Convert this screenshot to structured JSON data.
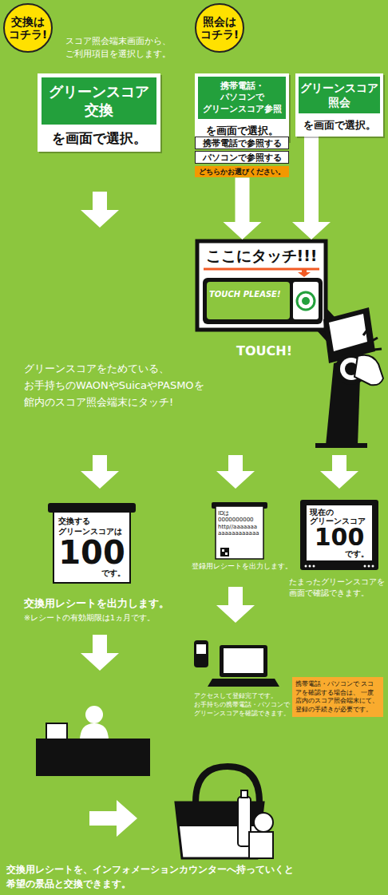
{
  "diagram": {
    "nodes": [
      {
        "text": [
          "交換は コチラ!"
        ]
      },
      {
        "text": [
          "照会は コチラ!"
        ]
      },
      {
        "text": [
          "グリーンスコア 交換",
          "を画面で選択。"
        ]
      },
      {
        "text": [
          "携帯電話・パソコンで グリーンスコア参照",
          "を画面で選択。"
        ]
      },
      {
        "text": [
          "グリーンスコア 照会",
          "を画面で選択。"
        ]
      },
      {
        "text": [
          "携帯電話で参照する"
        ]
      },
      {
        "text": [
          "パソコンで参照する"
        ]
      },
      {
        "text": [
          "どちらかお選びください。"
        ]
      },
      {
        "text": [
          "ここにタッチ!!!",
          "TOUCH PLEASE!"
        ]
      },
      {
        "text": [
          "交換する グリーンスコアは",
          "100",
          "です。"
        ]
      },
      {
        "text": [
          "IDは 0000000000",
          "http//aaaaaaa aaaaaaaaaaaa"
        ]
      },
      {
        "text": [
          "現在の グリーンスコア",
          "100",
          "です。"
        ]
      },
      {
        "text": [
          "携帯電話・パソコンで スコアを確認する場合は、 一度店内のスコア照会端末にて、 登録の手続きが必要です。"
        ]
      }
    ],
    "edges": [
      {
        "from": 7,
        "to": 8,
        "arrow": "to"
      },
      {
        "from": 4,
        "to": 8,
        "arrow": "to"
      }
    ],
    "labels": [
      "スコア照会端末画面から、 ご利用項目を選択します。",
      "TOUCH!",
      "グリーンスコアをためている、 お手持ちのWAONやSuicaやPASMOを 館内のスコア照会端末にタッチ!",
      "交換用レシートを出力します。",
      "※レシートの有効期限は1ヵ月です。",
      "登録用レシートを出力します。",
      "たまったグリーンスコアを 画面で確認できます。",
      "アクセスして登録完了です。 お手持ちの携帯電話・パソコンで グリーンスコアを確認できます。",
      "交換用レシートを、インフォメーションカウンターへ持っていくと 希望の景品と交換できます。"
    ]
  }
}
